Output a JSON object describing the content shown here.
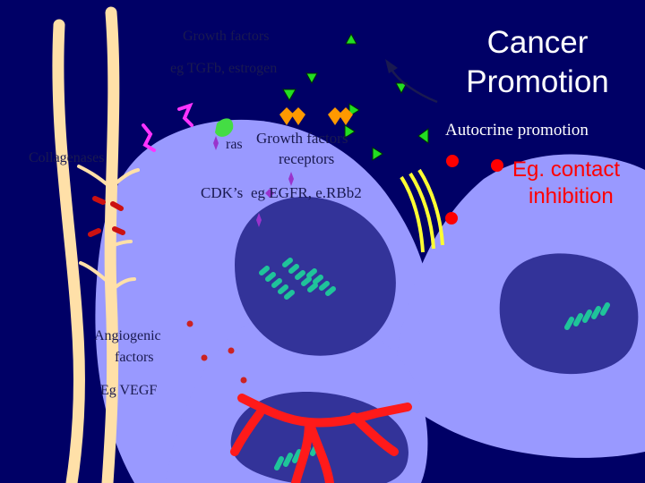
{
  "title": "Cancer Promotion",
  "labels": {
    "growth_factors": "Growth factors",
    "growth_examples": "eg TGFb, estrogen",
    "collagenases": "Collagenases",
    "ras": "ras",
    "gf_receptors_line1": "Growth factors",
    "gf_receptors_line2": "receptors",
    "cdks": "CDK’s",
    "receptor_examples": "eg EGFR, e.RBb2",
    "angiogenic_line1": "Angiogenic",
    "angiogenic_line2": "factors",
    "vegf": "Eg VEGF",
    "autocrine": "Autocrine promotion",
    "contact_line1": "Eg. contact",
    "contact_line2": "inhibition"
  },
  "colors": {
    "background": "#000066",
    "cell": "#9999ff",
    "nucleus": "#333399",
    "dna": "#1fc49a",
    "vessel": "#ff1a1a",
    "fiber": "#ffe0a8",
    "receptor_arc": "#ffff33",
    "growth_factor": "#22dd22",
    "receptor": "#ff9900",
    "enzyme": "#ff33ff",
    "ras": "#9933cc",
    "contact_red": "#ff0000"
  }
}
